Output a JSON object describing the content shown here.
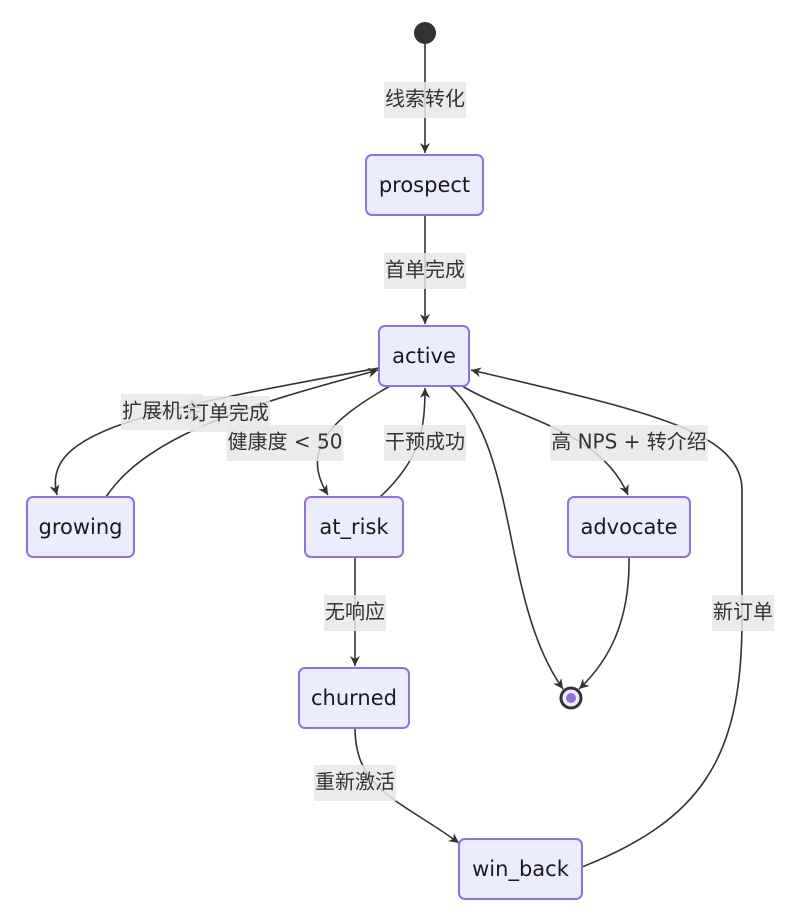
{
  "diagram": {
    "type": "stateDiagram",
    "colors": {
      "node_fill": "#ECECFF",
      "node_stroke": "#9370DB",
      "edge": "#333333",
      "label_bg": "#E8E8E8",
      "start": "#333333",
      "end_inner": "#9370DB"
    },
    "states": [
      {
        "id": "prospect",
        "label": "prospect"
      },
      {
        "id": "active",
        "label": "active"
      },
      {
        "id": "growing",
        "label": "growing"
      },
      {
        "id": "at_risk",
        "label": "at_risk"
      },
      {
        "id": "advocate",
        "label": "advocate"
      },
      {
        "id": "churned",
        "label": "churned"
      },
      {
        "id": "win_back",
        "label": "win_back"
      }
    ],
    "transitions": [
      {
        "from": "[*]",
        "to": "prospect",
        "label": "线索转化"
      },
      {
        "from": "prospect",
        "to": "active",
        "label": "首单完成"
      },
      {
        "from": "active",
        "to": "growing",
        "label": "扩展机会"
      },
      {
        "from": "growing",
        "to": "active",
        "label": "订单完成"
      },
      {
        "from": "active",
        "to": "at_risk",
        "label": "健康度 < 50"
      },
      {
        "from": "at_risk",
        "to": "active",
        "label": "干预成功"
      },
      {
        "from": "active",
        "to": "advocate",
        "label": "高 NPS + 转介绍"
      },
      {
        "from": "active",
        "to": "[*]",
        "label": ""
      },
      {
        "from": "advocate",
        "to": "[*]",
        "label": ""
      },
      {
        "from": "at_risk",
        "to": "churned",
        "label": "无响应"
      },
      {
        "from": "churned",
        "to": "win_back",
        "label": "重新激活"
      },
      {
        "from": "win_back",
        "to": "active",
        "label": "新订单"
      }
    ]
  }
}
